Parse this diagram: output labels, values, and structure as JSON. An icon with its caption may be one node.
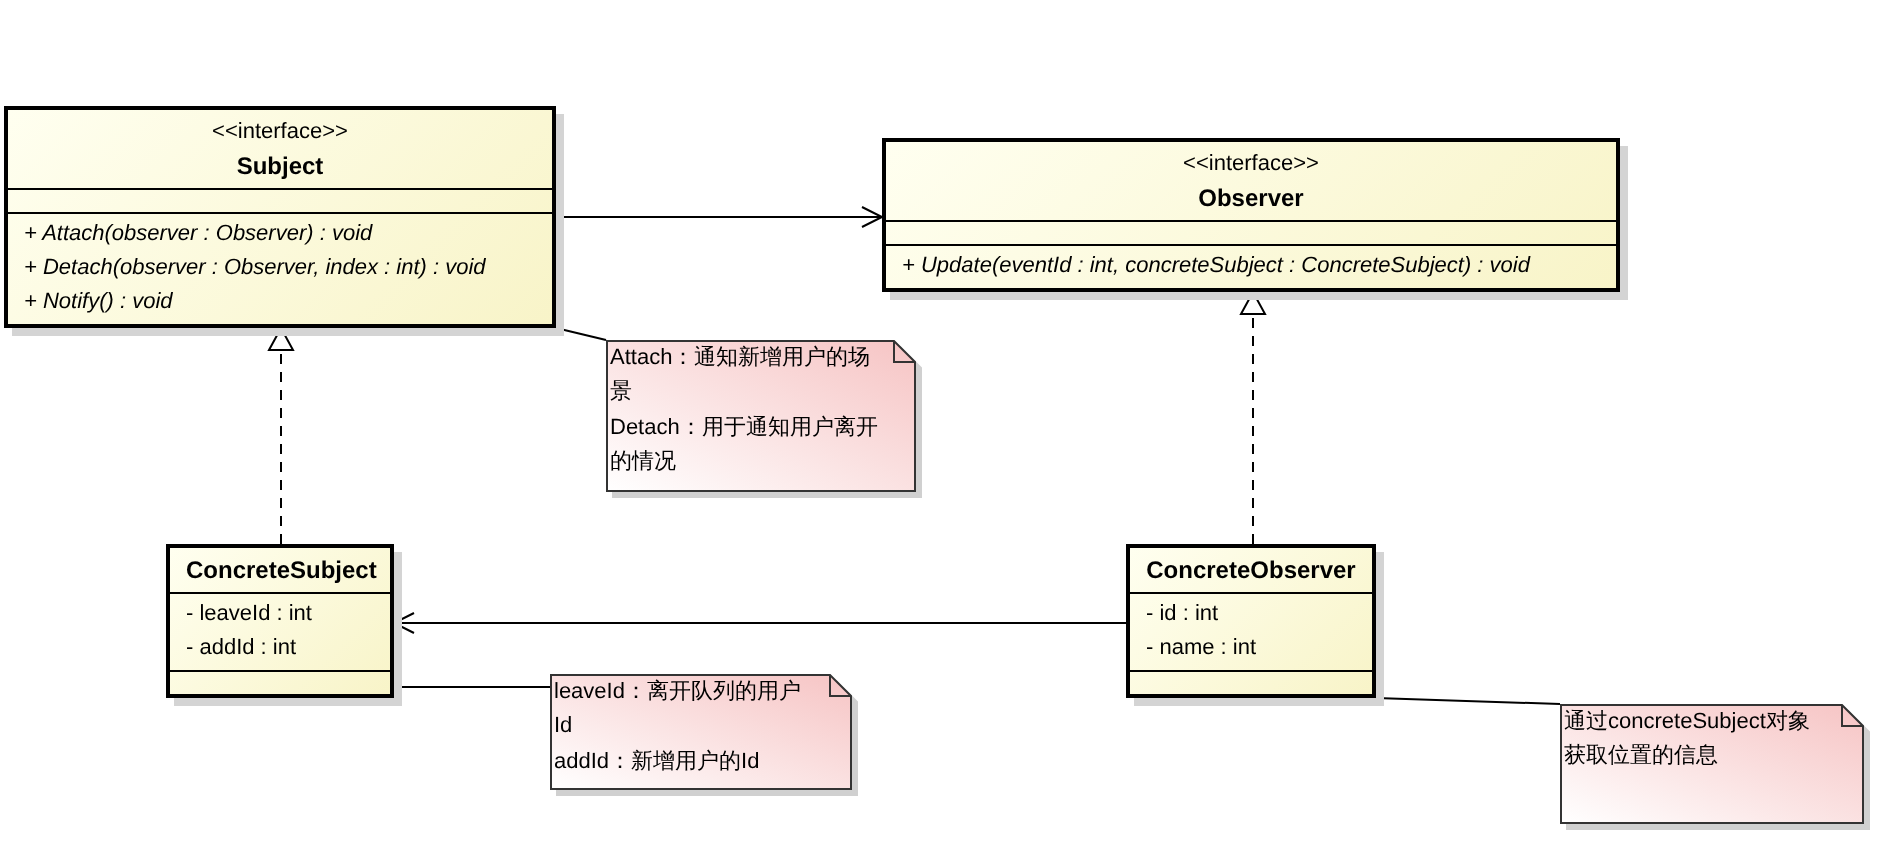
{
  "diagram": {
    "nodes": [
      {
        "text": [
          "<<interface>>",
          "Subject",
          "+ Attach(observer : Observer) : void",
          "+ Detach(observer : Observer, index : int) : void",
          "+ Notify() : void"
        ]
      },
      {
        "text": [
          "<<interface>>",
          "Observer",
          "+ Update(eventId : int, concreteSubject : ConcreteSubject) : void"
        ]
      },
      {
        "text": [
          "Attach：通知新增用户的场景",
          "Detach：用于通知用户离开的情况"
        ]
      },
      {
        "text": [
          "ConcreteSubject",
          "- leaveId : int",
          "- addId : int"
        ]
      },
      {
        "text": [
          "ConcreteObserver",
          "- id : int",
          "- name : int"
        ]
      },
      {
        "text": [
          "leaveId：离开队列的用户Id",
          "addId：新增用户的Id"
        ]
      },
      {
        "text": [
          "通过concreteSubject对象获取位置的信息"
        ]
      }
    ],
    "edges": [
      {
        "from": 0,
        "to": 1,
        "arrow": "to"
      },
      {
        "from": 3,
        "to": 0,
        "arrow": "to",
        "style": "dashed"
      },
      {
        "from": 4,
        "to": 1,
        "arrow": "to",
        "style": "dashed"
      },
      {
        "from": 4,
        "to": 3,
        "arrow": "to"
      },
      {
        "from": 2,
        "to": 0,
        "arrow": "none"
      },
      {
        "from": 5,
        "to": 3,
        "arrow": "none"
      },
      {
        "from": 6,
        "to": 4,
        "arrow": "none"
      }
    ]
  }
}
